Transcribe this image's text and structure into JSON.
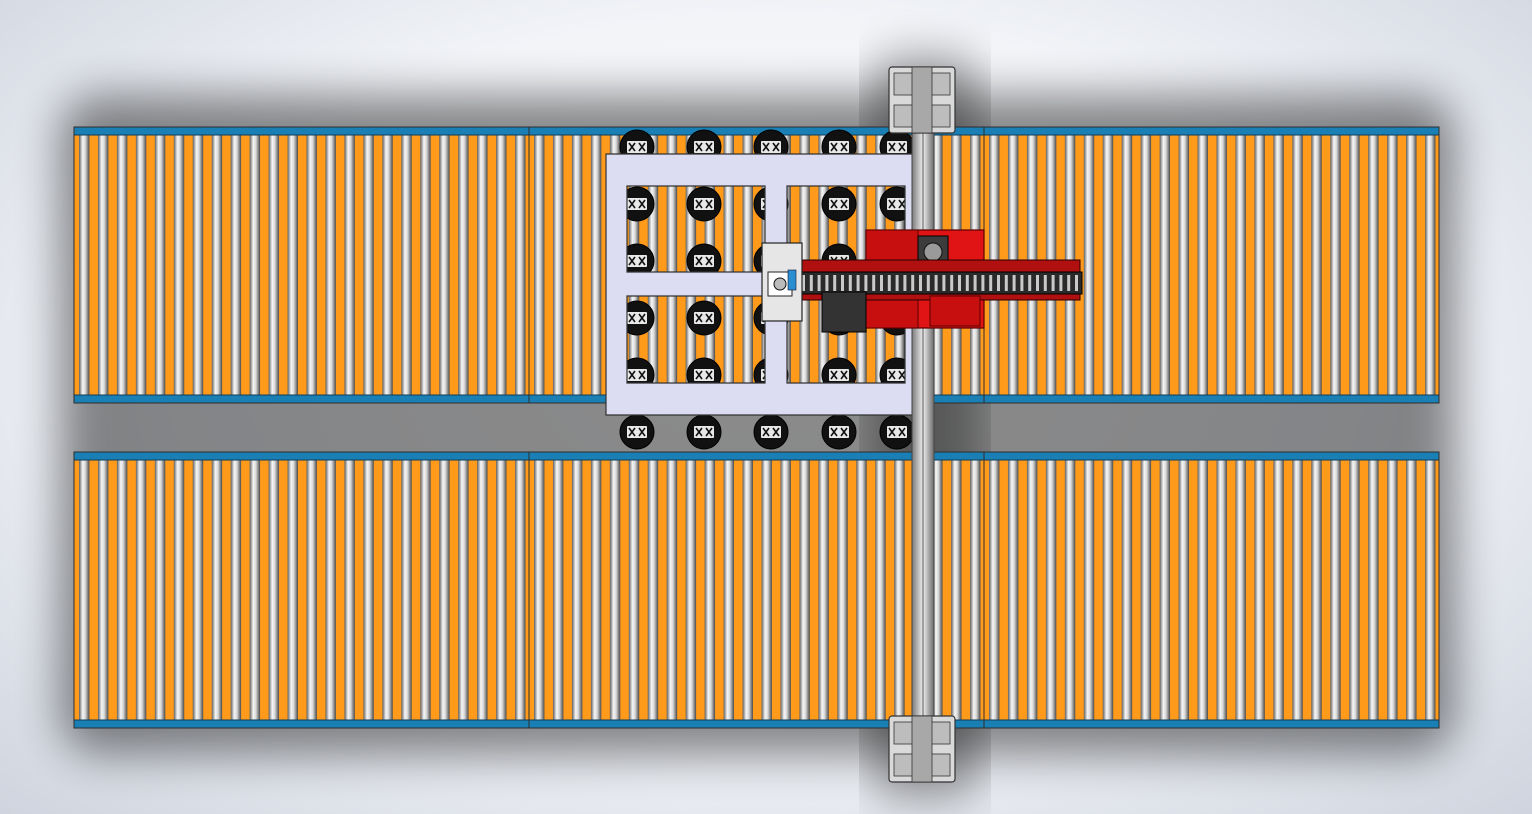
{
  "scene": {
    "kind": "cad-assembly-top-view",
    "background": "#f3f5f9",
    "colors": {
      "conveyor_frame": "#1a7fb4",
      "roller_gap": "#ff9a1a",
      "roller_light": "#f4f4f4",
      "roller_dark": "#6e6e6e",
      "pallet": "#dcdcf2",
      "gripper_red": "#e01414",
      "gantry_rail": "#c8c8c8",
      "caster": "#111111"
    }
  },
  "conveyors": {
    "count": 6,
    "rows": 2,
    "columns": 3,
    "rollers_per_section": 24
  },
  "pallet": {
    "openings": 4,
    "casters_per_row": 5,
    "caster_rows": 6
  },
  "gantry": {
    "carriages": 2
  },
  "gripper": {
    "chain_teeth": 36
  },
  "icons": {
    "caster": "caster-wheel-icon",
    "motor": "servo-motor-icon"
  }
}
